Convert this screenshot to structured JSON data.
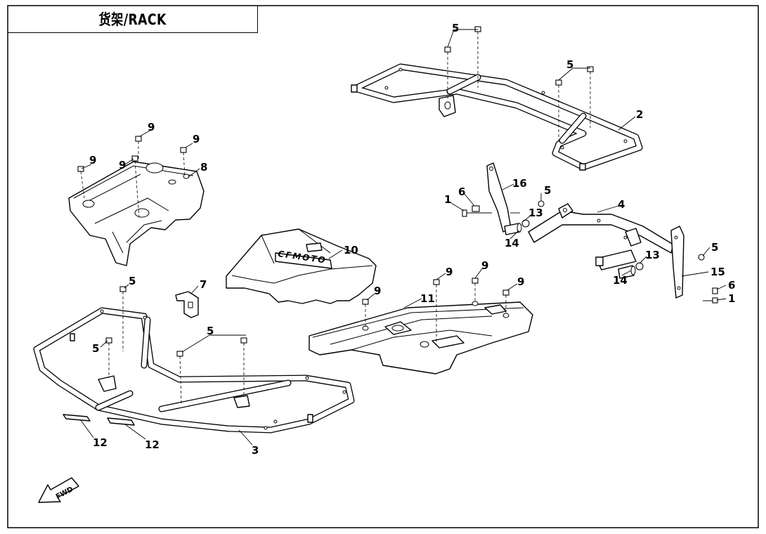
{
  "title": "货架/RACK",
  "direction_label": "FWD",
  "brand_text": "CFMOTO",
  "callouts": {
    "c1a": "1",
    "c1b": "1",
    "c2": "2",
    "c3": "3",
    "c4": "4",
    "c5a": "5",
    "c5b": "5",
    "c5c": "5",
    "c5d": "5",
    "c5e": "5",
    "c5f": "5",
    "c5g": "5",
    "c6a": "6",
    "c6b": "6",
    "c7": "7",
    "c8": "8",
    "c9a": "9",
    "c9b": "9",
    "c9c": "9",
    "c9d": "9",
    "c9e": "9",
    "c9f": "9",
    "c9g": "9",
    "c9h": "9",
    "c10": "10",
    "c11": "11",
    "c12a": "12",
    "c12b": "12",
    "c13a": "13",
    "c13b": "13",
    "c14a": "14",
    "c14b": "14",
    "c15": "15",
    "c16": "16"
  },
  "colors": {
    "line": "#000000",
    "background": "#ffffff"
  }
}
